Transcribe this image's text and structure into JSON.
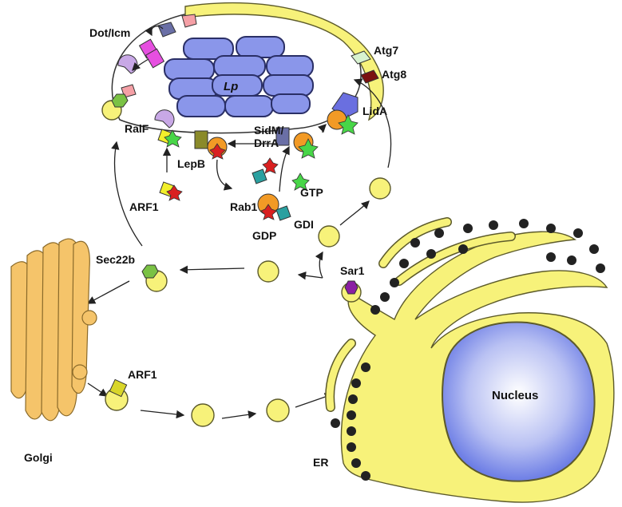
{
  "labels": {
    "dot_icm": "Dot/Icm",
    "lp": "Lp",
    "atg7": "Atg7",
    "atg8": "Atg8",
    "lida": "LidA",
    "ralf": "RalF",
    "sidm": "SidM/",
    "drra": "DrrA",
    "lepb": "LepB",
    "gtp": "GTP",
    "arf1_top": "ARF1",
    "rab1": "Rab1",
    "gdi": "GDI",
    "gdp": "GDP",
    "sec22b": "Sec22b",
    "sar1": "Sar1",
    "arf1_bottom": "ARF1",
    "nucleus": "Nucleus",
    "golgi": "Golgi",
    "er": "ER"
  },
  "colors": {
    "bacterium": "#8a96ea",
    "vesicle": "#f7f27a",
    "golgi": "#f5c46a",
    "nucleus": "#6678e6",
    "rab1": "#f29a25",
    "ribosome": "#222222",
    "sar1": "#8b1fa3",
    "dot_icm": "#e64fe0",
    "atg8": "#7a1010"
  }
}
